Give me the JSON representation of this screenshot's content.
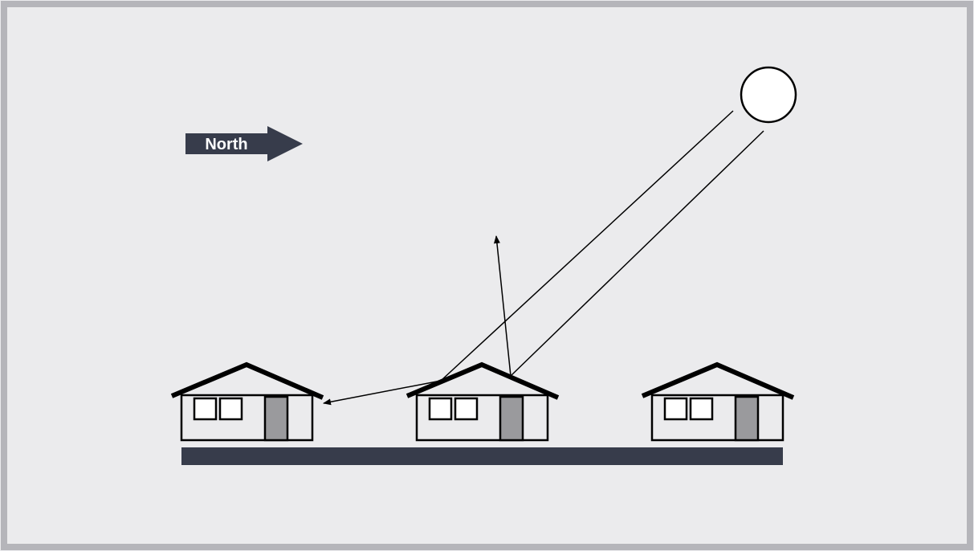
{
  "compass": {
    "label": "North"
  },
  "colors": {
    "background": "#ebebed",
    "frame": "#b5b5ba",
    "ground": "#373c4b",
    "arrow": "#373c4b",
    "door": "#9a9a9d",
    "line": "#000000",
    "sun_fill": "#ffffff"
  },
  "houses": [
    {
      "id": "house-1"
    },
    {
      "id": "house-2"
    },
    {
      "id": "house-3"
    }
  ]
}
